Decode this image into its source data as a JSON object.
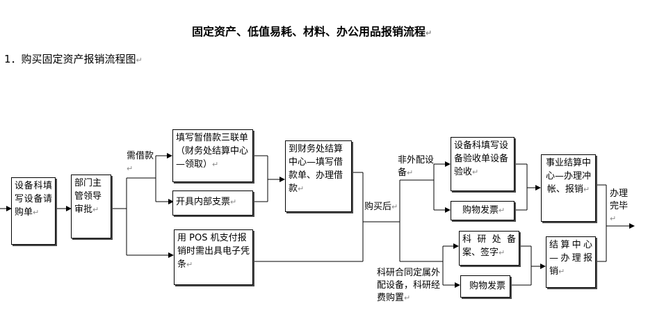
{
  "title": "固定资产、低值易耗、材料、办公用品报销流程",
  "subtitle": "1．购买固定资产报销流程图",
  "para_mark": "↵",
  "boxes": {
    "equipment_request": "设备科填写设备请购单",
    "dept_approval": "部门主管领导审批",
    "fill_loan_form": "填写暂借款三联单（财务处结算中心—领取）",
    "internal_check": "开具内部支票",
    "pos_payment": "用 POS 机支付报销时需出具电子凭条",
    "finance_loan": "到财务处结算中心—填写借款单、办理借款",
    "equipment_acceptance": "设备科填写设备验收单设备验收",
    "invoice_1": "购物发票",
    "research_record": "科研处备案、签字",
    "invoice_2": "购物发票",
    "business_settlement": "事业结算中心—办理冲帐、报销",
    "settlement_center": "结算中心—办理报销"
  },
  "labels": {
    "need_loan": "需借款",
    "after_purchase": "购买后",
    "non_external": "非外配设备",
    "research_external": "科研合同定属外配设备，科研经费购置",
    "done": "办理完毕"
  }
}
